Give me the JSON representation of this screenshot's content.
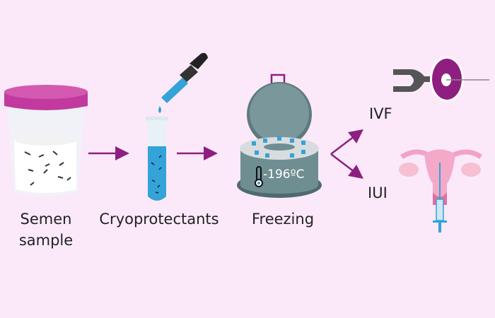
{
  "steps": [
    {
      "label_line1": "Semen",
      "label_line2": "sample"
    },
    {
      "label": "Cryoprotectants"
    },
    {
      "label": "Freezing",
      "temperature": "-196ºC"
    }
  ],
  "outcomes": [
    {
      "label": "IVF"
    },
    {
      "label": "IUI"
    }
  ],
  "colors": {
    "background": "#fbe9fa",
    "arrow": "#8e1f80",
    "lid": "#c23a9e",
    "freezer": "#6f8e92",
    "liquid": "#33a3d8"
  }
}
